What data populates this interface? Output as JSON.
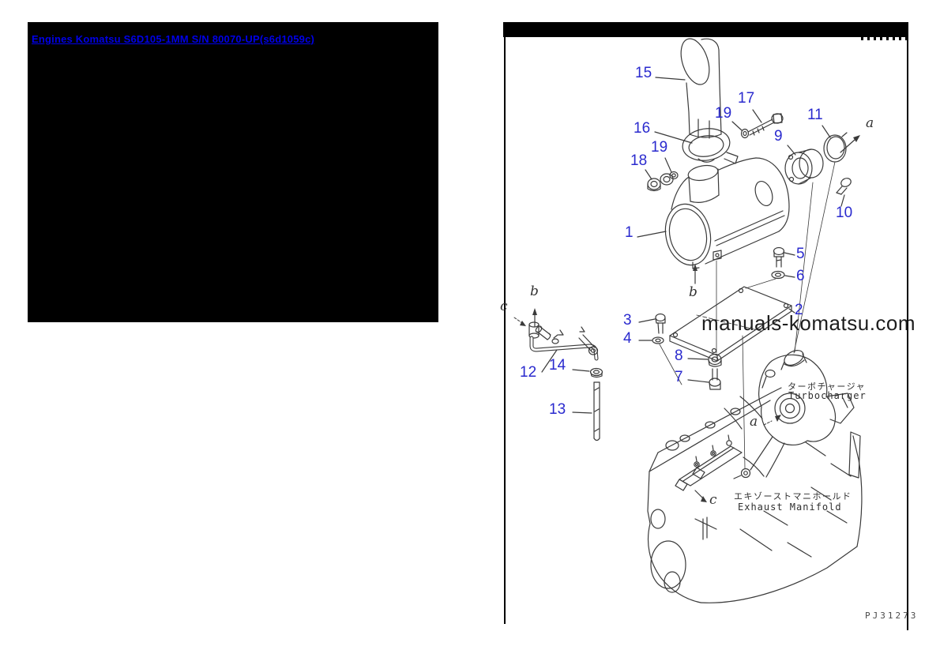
{
  "header": {
    "link_text": "Engines Komatsu S6D105-1MM S/N 80070-UP(s6d1059c)"
  },
  "diagram": {
    "watermark": "manuals-komatsu.com",
    "figure_code": "PJ31273",
    "labels": {
      "turbocharger_jp": "ターボチャージャ",
      "turbocharger_en": "Turbocharger",
      "exhaust_manifold_jp": "エキゾーストマニホールド",
      "exhaust_manifold_en": "Exhaust Manifold"
    },
    "part_callouts": [
      {
        "part": "15"
      },
      {
        "part": "16"
      },
      {
        "part": "17"
      },
      {
        "part": "19"
      },
      {
        "part": "11"
      },
      {
        "part": "9"
      },
      {
        "part": "18"
      },
      {
        "part": "19"
      },
      {
        "part": "10"
      },
      {
        "part": "1"
      },
      {
        "part": "5"
      },
      {
        "part": "6"
      },
      {
        "part": "2"
      },
      {
        "part": "3"
      },
      {
        "part": "4"
      },
      {
        "part": "8"
      },
      {
        "part": "7"
      },
      {
        "part": "12"
      },
      {
        "part": "14"
      },
      {
        "part": "13"
      }
    ],
    "view_labels": [
      {
        "label": "a"
      },
      {
        "label": "b"
      },
      {
        "label": "b"
      },
      {
        "label": "c"
      },
      {
        "label": "a"
      },
      {
        "label": "c"
      }
    ]
  },
  "colors": {
    "callout_blue": "#2a2ace",
    "link_blue": "#0000e8",
    "line_gray": "#3a3a3a",
    "panel_black": "#000000"
  }
}
